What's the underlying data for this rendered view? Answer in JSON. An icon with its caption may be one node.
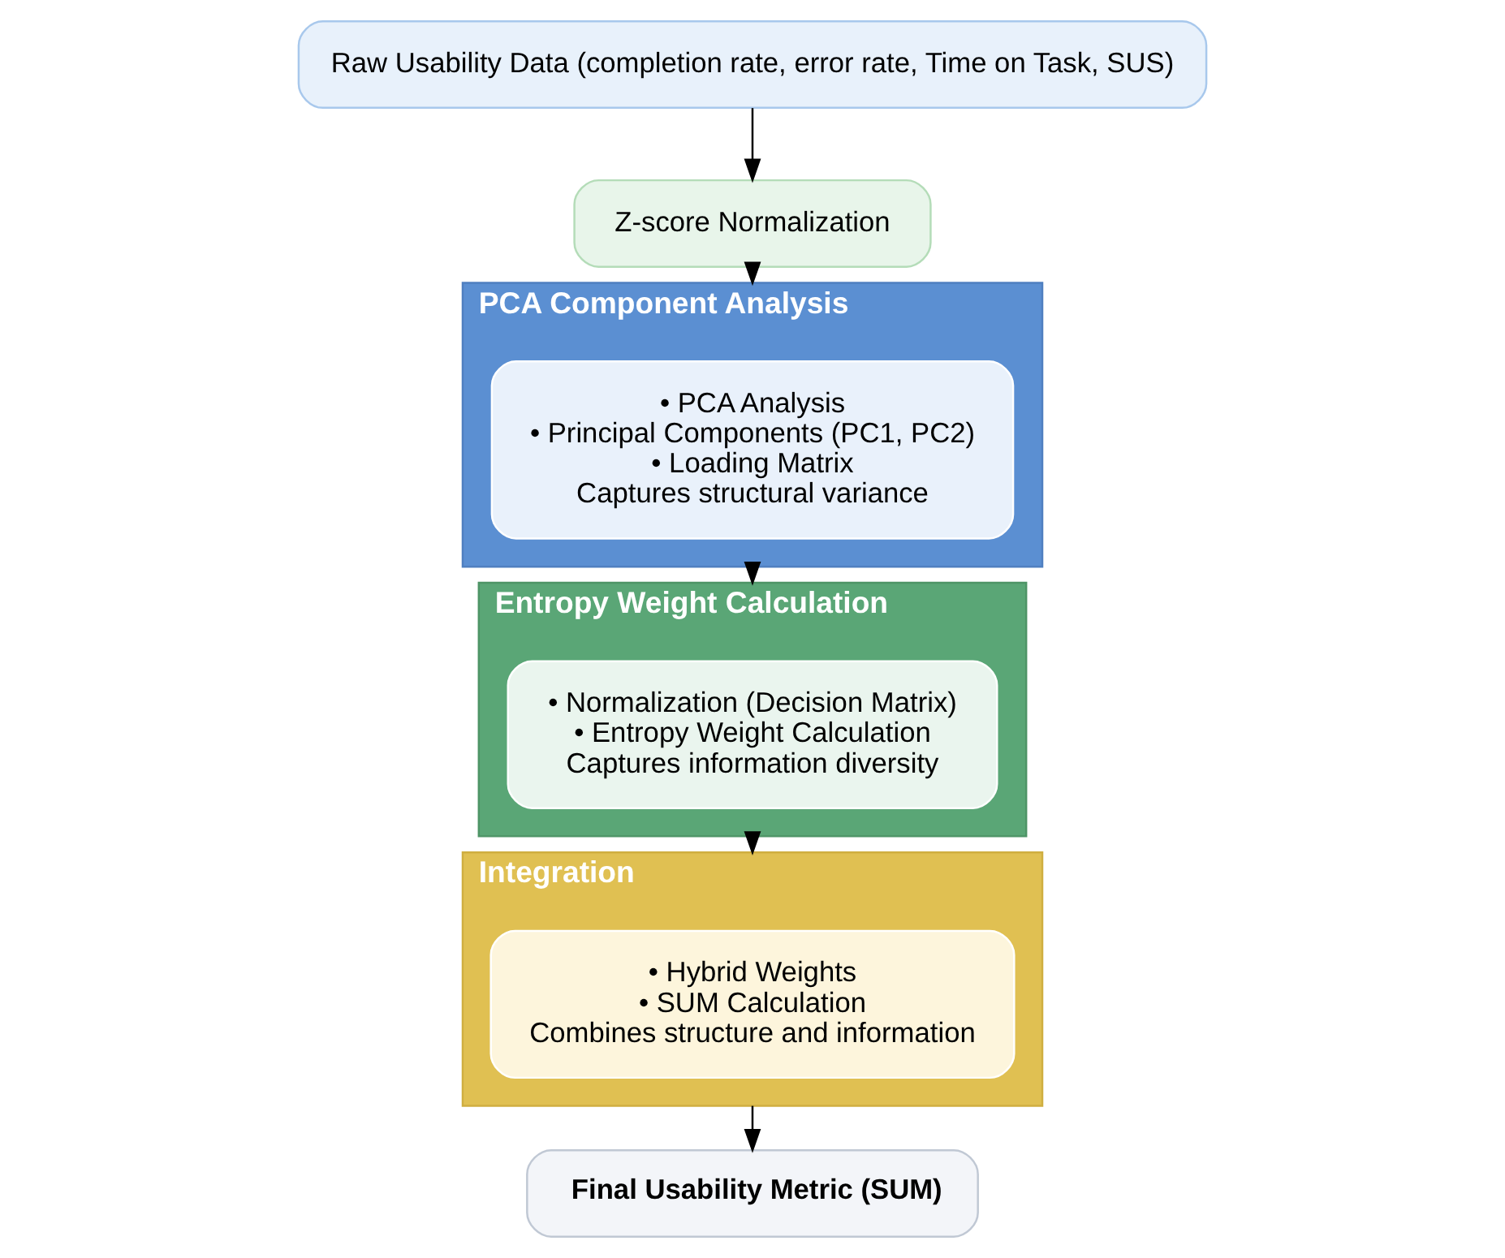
{
  "diagram": {
    "nodes": [
      {
        "text": [
          "Raw Usability Data (completion rate, error rate, Time on Task, SUS)"
        ]
      },
      {
        "text": [
          "Z-score Normalization"
        ]
      },
      {
        "text": [
          "PCA Component Analysis"
        ]
      },
      {
        "text": [
          "• PCA Analysis",
          "• Principal Components (PC1, PC2)",
          "• Loading Matrix",
          "Captures structural variance"
        ],
        "in": 2
      },
      {
        "text": [
          "Entropy Weight Calculation"
        ]
      },
      {
        "text": [
          "• Normalization (Decision Matrix)",
          "• Entropy Weight Calculation",
          "Captures information diversity"
        ],
        "in": 4
      },
      {
        "text": [
          "Integration"
        ]
      },
      {
        "text": [
          "• Hybrid Weights",
          "• SUM Calculation",
          "Combines structure and information"
        ],
        "in": 6
      },
      {
        "text": [
          "Final Usability Metric (SUM)"
        ]
      }
    ],
    "edges": [
      {
        "from": 0,
        "to": 1,
        "arrow": "to"
      },
      {
        "from": 1,
        "to": 2,
        "arrow": "to"
      },
      {
        "from": 2,
        "to": 4,
        "arrow": "to"
      },
      {
        "from": 4,
        "to": 6,
        "arrow": "to"
      },
      {
        "from": 6,
        "to": 8,
        "arrow": "to"
      }
    ]
  }
}
